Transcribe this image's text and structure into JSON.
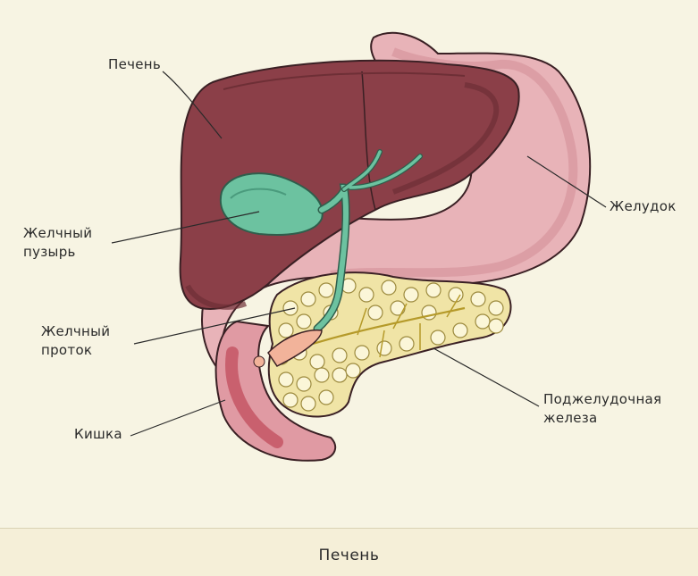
{
  "labels": {
    "liver": "Печень",
    "gallbladder_line1": "Желчный",
    "gallbladder_line2": "пузырь",
    "bile_duct_line1": "Желчный",
    "bile_duct_line2": "проток",
    "intestine": "Кишка",
    "stomach": "Желудок",
    "pancreas_line1": "Поджелудочная",
    "pancreas_line2": "железа"
  },
  "caption": "Печень",
  "colors": {
    "background": "#f7f4e3",
    "liver": "#8b3f48",
    "liver_dark": "#6e2f36",
    "stomach": "#e8b3b8",
    "stomach_dark": "#d48f98",
    "gallbladder": "#6cc2a0",
    "pancreas": "#f0e4a6",
    "intestine": "#d97a86",
    "outline": "#3a2024"
  }
}
